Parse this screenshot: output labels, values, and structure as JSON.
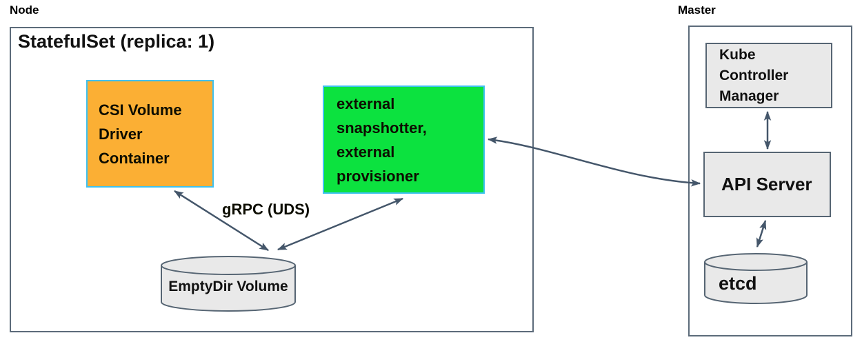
{
  "node": {
    "label": "Node",
    "statefulset_label": "StatefulSet (replica: 1)",
    "csi_driver_label": "CSI Volume\nDriver\nContainer",
    "external_label": "external\nsnapshotter,\nexternal\nprovisioner",
    "grpc_label": "gRPC (UDS)",
    "emptydir_label": "EmptyDir Volume"
  },
  "master": {
    "label": "Master",
    "kube_controller_manager_label": "Kube\nController\nManager",
    "api_server_label": "API Server",
    "etcd_label": "etcd"
  },
  "connections": [
    {
      "from": "CSI Volume Driver Container",
      "to": "EmptyDir Volume",
      "bidirectional": true,
      "label": "gRPC (UDS)"
    },
    {
      "from": "external snapshotter, external provisioner",
      "to": "EmptyDir Volume",
      "bidirectional": true,
      "label": "gRPC (UDS)"
    },
    {
      "from": "external snapshotter, external provisioner",
      "to": "API Server",
      "bidirectional": true,
      "style": "curved"
    },
    {
      "from": "Kube Controller Manager",
      "to": "API Server",
      "bidirectional": true
    },
    {
      "from": "API Server",
      "to": "etcd",
      "bidirectional": true
    }
  ],
  "colors": {
    "csi_driver_fill": "#fbaf34",
    "external_fill": "#0ce23f",
    "container_border": "#3fc1f0",
    "gray_fill": "#e9e9e9",
    "outline": "#5c6b7a",
    "arrow": "#44566a",
    "text": "#111111"
  }
}
